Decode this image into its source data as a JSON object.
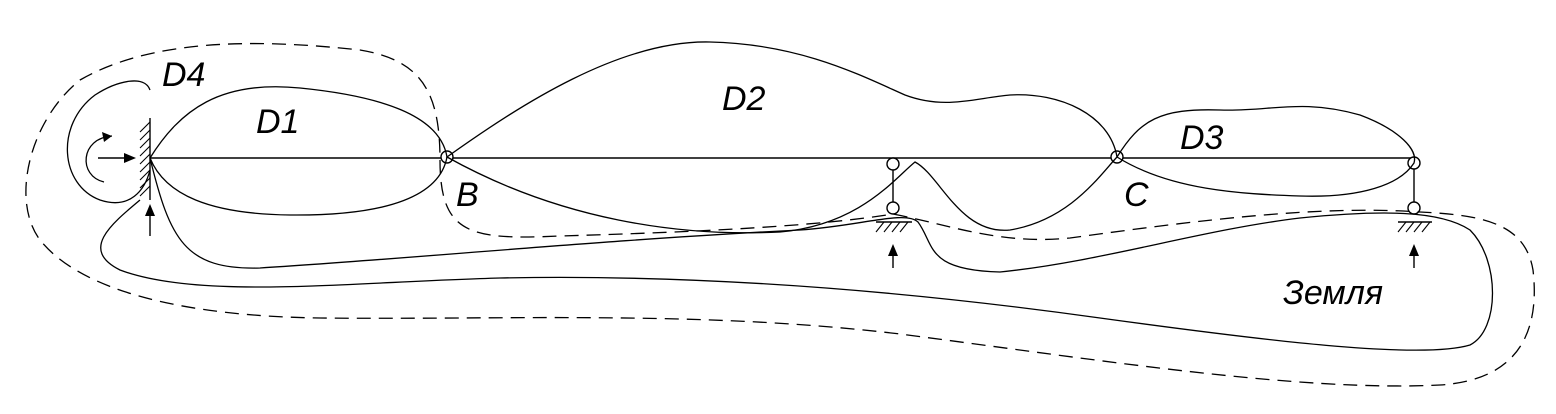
{
  "labels": {
    "d1": "D1",
    "d2": "D2",
    "d3": "D3",
    "d4": "D4",
    "b": "B",
    "c": "C",
    "ground": "Земля"
  },
  "colors": {
    "line": "#000000",
    "background": "#ffffff"
  }
}
